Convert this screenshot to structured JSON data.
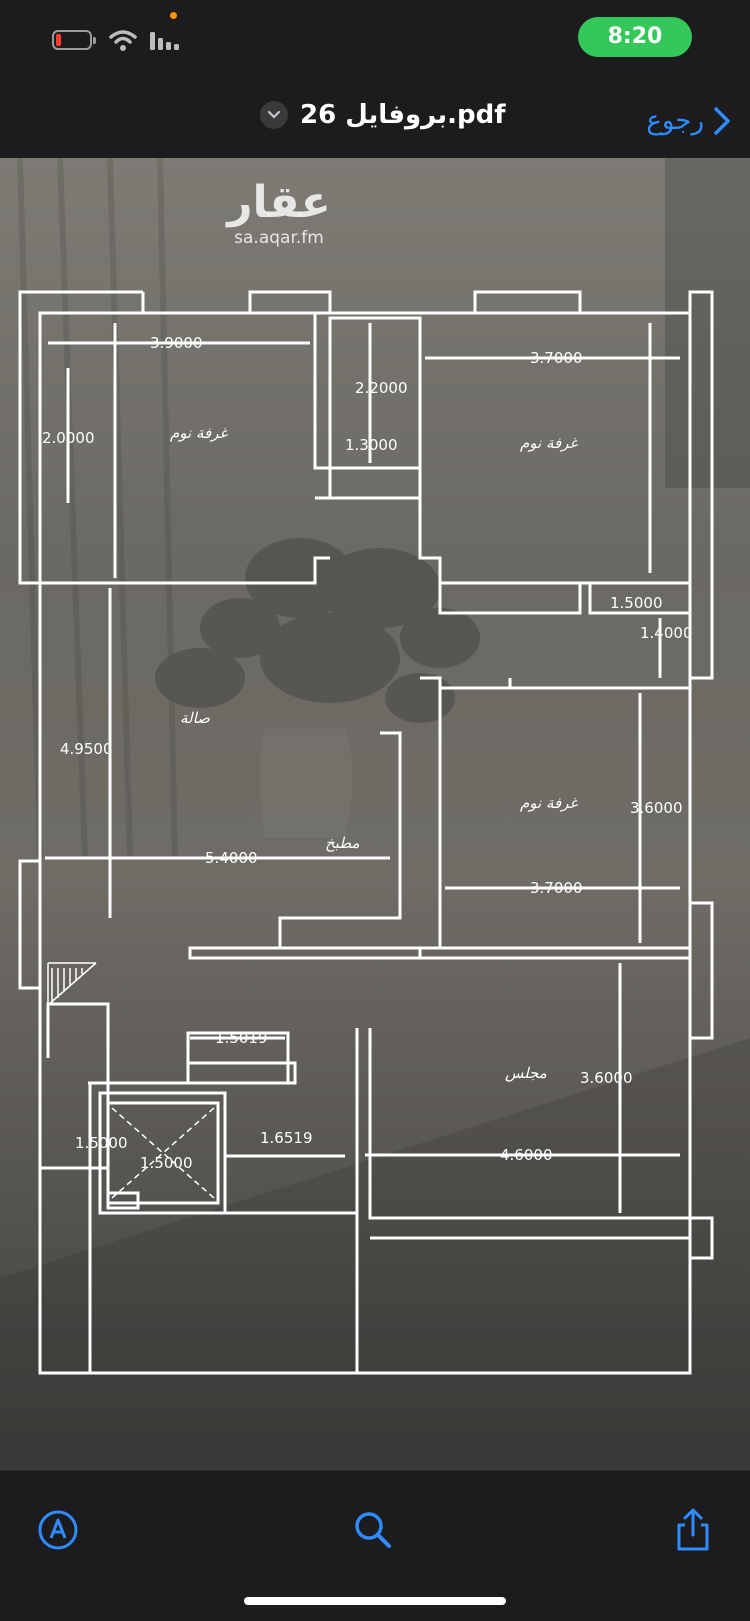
{
  "status_bar": {
    "time": "8:20"
  },
  "nav": {
    "back_label": "رجوع",
    "title": "بروفايل 26.pdf"
  },
  "watermark": {
    "logo": "عقار",
    "url": "sa.aqar.fm"
  },
  "icons": {
    "back": "chevron-left-icon",
    "title_menu": "chevron-down-icon",
    "markup": "markup-pen-icon",
    "search": "search-icon",
    "share": "share-icon"
  },
  "colors": {
    "accent": "#2f8cff",
    "time_pill": "#34c759",
    "battery_low": "#ff3b30"
  },
  "floorplan": {
    "dims": [
      "3.9000",
      "3.7000",
      "2.2000",
      "1.3000",
      "2.0000",
      "1.5000",
      "1.4000",
      "4.9500",
      "5.4000",
      "3.6000",
      "3.7000",
      "1.5019",
      "3.6000",
      "4.6000",
      "1.6519",
      "1.5000",
      "1.5000"
    ],
    "rooms": [
      "غرفة نوم",
      "غرفة نوم",
      "غرفة نوم",
      "صالة",
      "مجلس",
      "مطبخ"
    ]
  }
}
